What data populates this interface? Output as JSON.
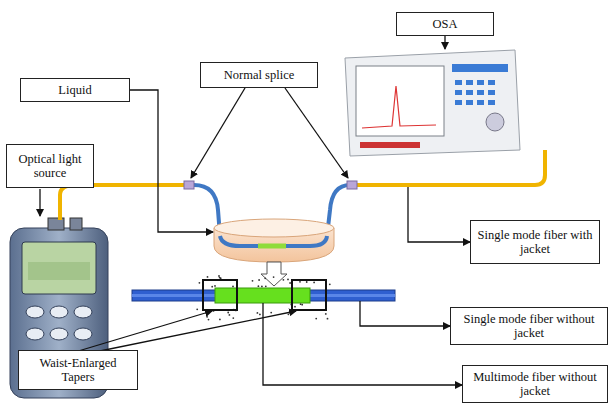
{
  "diagram": {
    "nodes": [
      {
        "text": [
          "OSA"
        ]
      },
      {
        "text": [
          "Normal splice"
        ]
      },
      {
        "text": [
          "Liquid"
        ]
      },
      {
        "text": [
          "Optical light source"
        ]
      },
      {
        "text": [
          "Single mode fiber with jacket"
        ]
      },
      {
        "text": [
          "Single mode fiber without jacket"
        ]
      },
      {
        "text": [
          "Waist-Enlarged Tapers"
        ]
      },
      {
        "text": [
          "Multimode fiber without jacket"
        ]
      }
    ]
  }
}
